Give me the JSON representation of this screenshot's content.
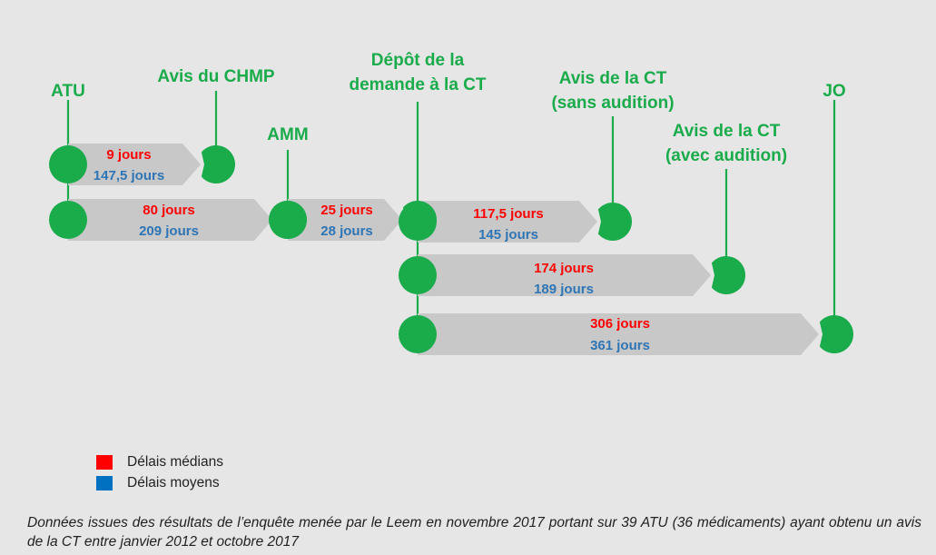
{
  "stages": {
    "atu": [
      "ATU"
    ],
    "chmp": [
      "Avis du CHMP"
    ],
    "amm": [
      "AMM"
    ],
    "depot": [
      "Dépôt de la",
      "demande à la CT"
    ],
    "ct_sans": [
      "Avis de la CT",
      "(sans audition)"
    ],
    "ct_avec": [
      "Avis de la CT",
      "(avec audition)"
    ],
    "jo": [
      "JO"
    ]
  },
  "segments": [
    {
      "from": "atu",
      "to": "chmp",
      "median": "9 jours",
      "mean": "147,5 jours"
    },
    {
      "from": "atu",
      "to": "amm",
      "median": "80 jours",
      "mean": "209 jours"
    },
    {
      "from": "amm",
      "to": "depot",
      "median": "25 jours",
      "mean": "28 jours"
    },
    {
      "from": "depot",
      "to": "ct_sans",
      "median": "117,5 jours",
      "mean": "145 jours"
    },
    {
      "from": "depot",
      "to": "ct_avec",
      "median": "174 jours",
      "mean": "189 jours"
    },
    {
      "from": "depot",
      "to": "jo",
      "median": "306 jours",
      "mean": "361 jours"
    }
  ],
  "legend": {
    "median": {
      "label": "Délais médians",
      "color": "#ff0000"
    },
    "mean": {
      "label": "Délais moyens",
      "color": "#0070c0"
    }
  },
  "colors": {
    "node": "#1aab4b",
    "arrow": "#c8c8c8",
    "median_text": "#ff0000",
    "mean_text": "#2e75b6"
  },
  "footnote": "Données issues des résultats de l’enquête menée par le Leem en novembre 2017 portant sur 39 ATU (36 médicaments) ayant obtenu un avis de la CT entre janvier 2012 et octobre 2017"
}
